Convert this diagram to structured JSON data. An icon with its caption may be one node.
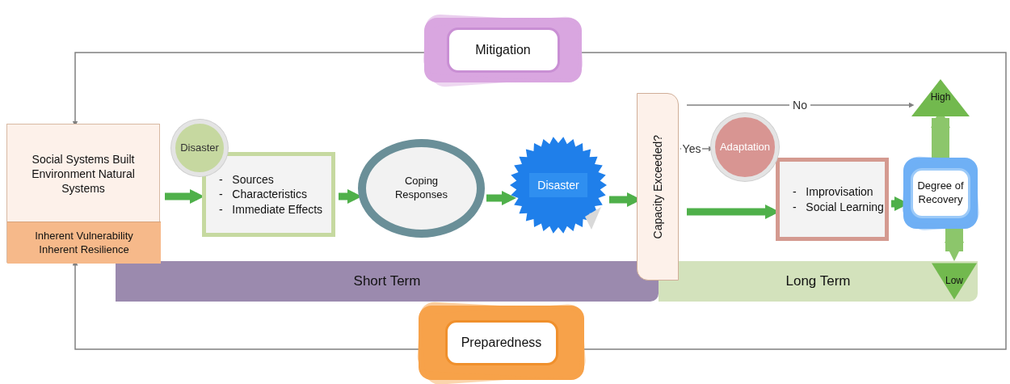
{
  "diagram": {
    "nodes": [
      {
        "text": [
          "Mitigation"
        ]
      },
      {
        "text": [
          "Social Systems Built Environment Natural Systems"
        ]
      },
      {
        "text": [
          "Inherent Vulnerability Inherent Resilience"
        ],
        "in": 1
      },
      {
        "text": [
          "Disaster"
        ]
      },
      {
        "text": [
          "-   Sources",
          "-   Characteristics",
          "-   Immediate Effects"
        ]
      },
      {
        "text": [
          "Coping Responses"
        ]
      },
      {
        "text": [
          "Disaster"
        ]
      },
      {
        "text": [
          "Capacity Exceeded?"
        ]
      },
      {
        "text": [
          "Adaptation"
        ]
      },
      {
        "text": [
          "-   Improvisation",
          "-   Social Learning"
        ]
      },
      {
        "text": [
          "Degree of Recovery"
        ]
      },
      {
        "text": [
          "High"
        ]
      },
      {
        "text": [
          "Low"
        ],
        "in": 14
      },
      {
        "text": [
          "Short Term"
        ]
      },
      {
        "text": [
          "Long Term"
        ]
      },
      {
        "text": [
          "Preparedness"
        ]
      }
    ],
    "edges": [
      {
        "from": 0,
        "to": 1,
        "arrow": "to",
        "color": "#808080"
      },
      {
        "from": 15,
        "to": 1,
        "arrow": "to",
        "color": "#808080"
      },
      {
        "from": null,
        "to": 0,
        "arrow": "to",
        "color": "#808080"
      },
      {
        "from": null,
        "to": 15,
        "arrow": "to",
        "color": "#808080"
      },
      {
        "from": 1,
        "to": 4,
        "arrow": "to"
      },
      {
        "from": 4,
        "to": 5,
        "arrow": "to"
      },
      {
        "from": 5,
        "to": 6,
        "arrow": "to"
      },
      {
        "from": 6,
        "to": 7,
        "arrow": "to"
      },
      {
        "from": 7,
        "to": 8,
        "arrow": "to",
        "label": "Yes",
        "color": "#808080"
      },
      {
        "from": 7,
        "to": 9,
        "arrow": "to"
      },
      {
        "from": 9,
        "to": 10,
        "arrow": "to"
      },
      {
        "from": 7,
        "to": 11,
        "arrow": "to",
        "label": "No",
        "color": "#808080"
      },
      {
        "from": 10,
        "to": 11,
        "arrow": "to",
        "style": "thick",
        "color": "#8cc66b"
      },
      {
        "from": 10,
        "to": 12,
        "arrow": "to",
        "style": "thick",
        "color": "#8cc66b"
      }
    ]
  }
}
